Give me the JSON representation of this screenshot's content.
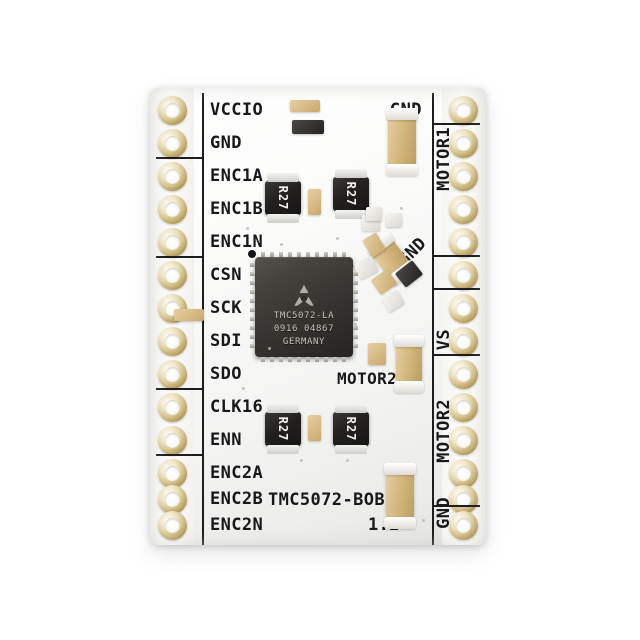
{
  "scene": {
    "subject": "TMC5072-BOB stepper driver breakout board photo",
    "background_color": "#ffffff",
    "pcb_color": "#f7f7f5",
    "silkscreen_color": "#18181a",
    "pad_color": "#c9b277"
  },
  "board": {
    "silk_part_number": "TMC5072-BOB",
    "silk_version": "1.2",
    "pad_count_left": 14,
    "pad_count_right": 14
  },
  "chip": {
    "line1": "TMC5072-LA",
    "line2": "0916 04867",
    "line3": "GERMANY",
    "logo": "trinamic-logo"
  },
  "left_pins": [
    {
      "label": "VCCIO"
    },
    {
      "label": "GND"
    },
    {
      "label": "ENC1A"
    },
    {
      "label": "ENC1B"
    },
    {
      "label": "ENC1N"
    },
    {
      "label": "CSN"
    },
    {
      "label": "SCK"
    },
    {
      "label": "SDI"
    },
    {
      "label": "SDO"
    },
    {
      "label": "CLK16"
    },
    {
      "label": "ENN"
    },
    {
      "label": "ENC2A"
    },
    {
      "label": "ENC2B"
    },
    {
      "label": "ENC2N"
    }
  ],
  "right_labels": [
    {
      "label": "GND"
    },
    {
      "label": "MOTOR1"
    },
    {
      "label": "GND"
    },
    {
      "label": "VS"
    },
    {
      "label": "MOTOR2"
    },
    {
      "label": "GND"
    }
  ],
  "resistors": [
    {
      "marking": "R27"
    },
    {
      "marking": "R27"
    },
    {
      "marking": "R27"
    },
    {
      "marking": "R27"
    }
  ]
}
